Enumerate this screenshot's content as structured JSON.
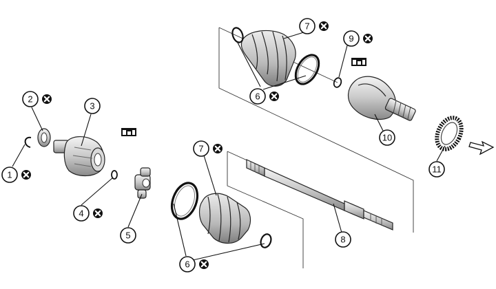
{
  "figure": {
    "accent": "#111111",
    "background": "#ffffff",
    "non_reusable_icon": "circle-x-icon",
    "lubricant_icon": "grease-symbol-icon",
    "direction_icon": "arrow-right-icon"
  },
  "callouts": {
    "c1": "1",
    "c2": "2",
    "c3": "3",
    "c4": "4",
    "c5": "5",
    "c6a": "6",
    "c6b": "6",
    "c7a": "7",
    "c7b": "7",
    "c8": "8",
    "c9": "9",
    "c10": "10",
    "c11": "11"
  }
}
